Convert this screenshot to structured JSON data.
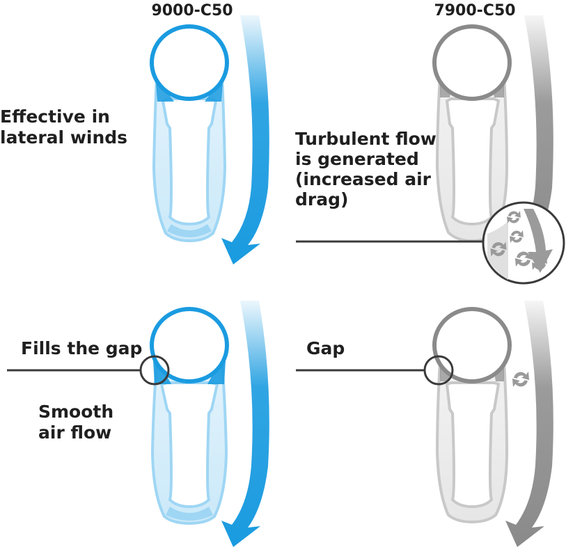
{
  "top_left": {
    "model": "9000-C50",
    "caption": [
      "Effective in",
      "lateral winds"
    ]
  },
  "top_right": {
    "model": "7900-C50",
    "caption": [
      "Turbulent flow",
      "is generated",
      "(increased air",
      "drag)"
    ]
  },
  "bottom_left": {
    "callout": "Fills the gap",
    "caption": [
      "Smooth",
      "air flow"
    ]
  },
  "bottom_right": {
    "callout": "Gap"
  },
  "colors": {
    "blue_dark": "#1a9be0",
    "blue_light": "#9fd6f4",
    "grey_dark": "#8a8a8a",
    "grey_light": "#c8c8c8",
    "line": "#3a3a3a"
  },
  "icons": {
    "wind_arrow": "wind-arrow-icon",
    "turbulence": "turbulence-swirl-icon"
  }
}
